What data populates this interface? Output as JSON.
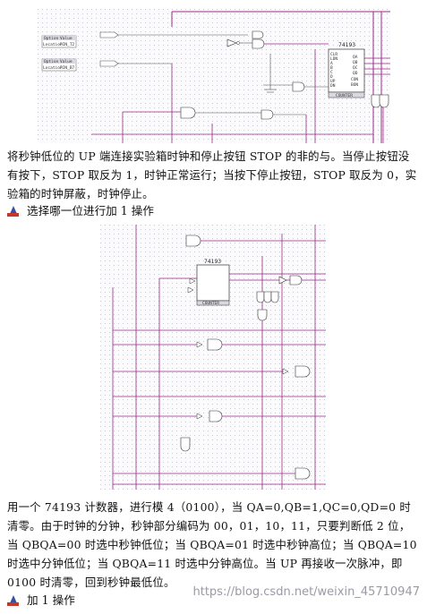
{
  "figure1": {
    "table_headers": [
      "Option",
      "Value"
    ],
    "pin_rows": [
      {
        "option": "Location",
        "value": "PIN_T2"
      },
      {
        "option": "Location",
        "value": "PIN_B7"
      }
    ],
    "chip_name": "74193",
    "chip_footer": "COUNTER",
    "chip_pins_left": [
      "CLR",
      "LDN",
      "A",
      "B",
      "C",
      "D",
      "UP",
      "DN"
    ],
    "chip_pins_right": [
      "QA",
      "QB",
      "QC",
      "QD",
      "CON",
      "BON"
    ]
  },
  "paragraph1": "将秒钟低位的 UP 端连接实验箱时钟和停止按钮 STOP 的非的与。当停止按钮没有按下，STOP 取反为 1，时钟正常运行；当按下停止按钮，STOP 取反为 0，实验箱的时钟屏蔽，时钟停止。",
  "bullet1": "选择哪一位进行加 1 操作",
  "figure2": {
    "chip_name": "74193",
    "chip_footer": "COUNTER"
  },
  "paragraph2": "用一个 74193 计数器，进行模 4（0100），当 QA=0,QB=1,QC=0,QD=0 时清零。由于时钟的分钟，秒钟部分编码为 00，01，10，11，只要判断低 2 位，当 QBQA=00 时选中秒钟低位；当 QBQA=01 时选中秒钟高位；当 QBQA=10 时选中分钟低位；当 QBQA=11 时选中分钟高位。当 UP 再接收一次脉冲，即 0100 时清零，回到秒钟最低位。",
  "bullet2": "加 1 操作",
  "watermark": "https://blog.csdn.net/weixin_45710947"
}
